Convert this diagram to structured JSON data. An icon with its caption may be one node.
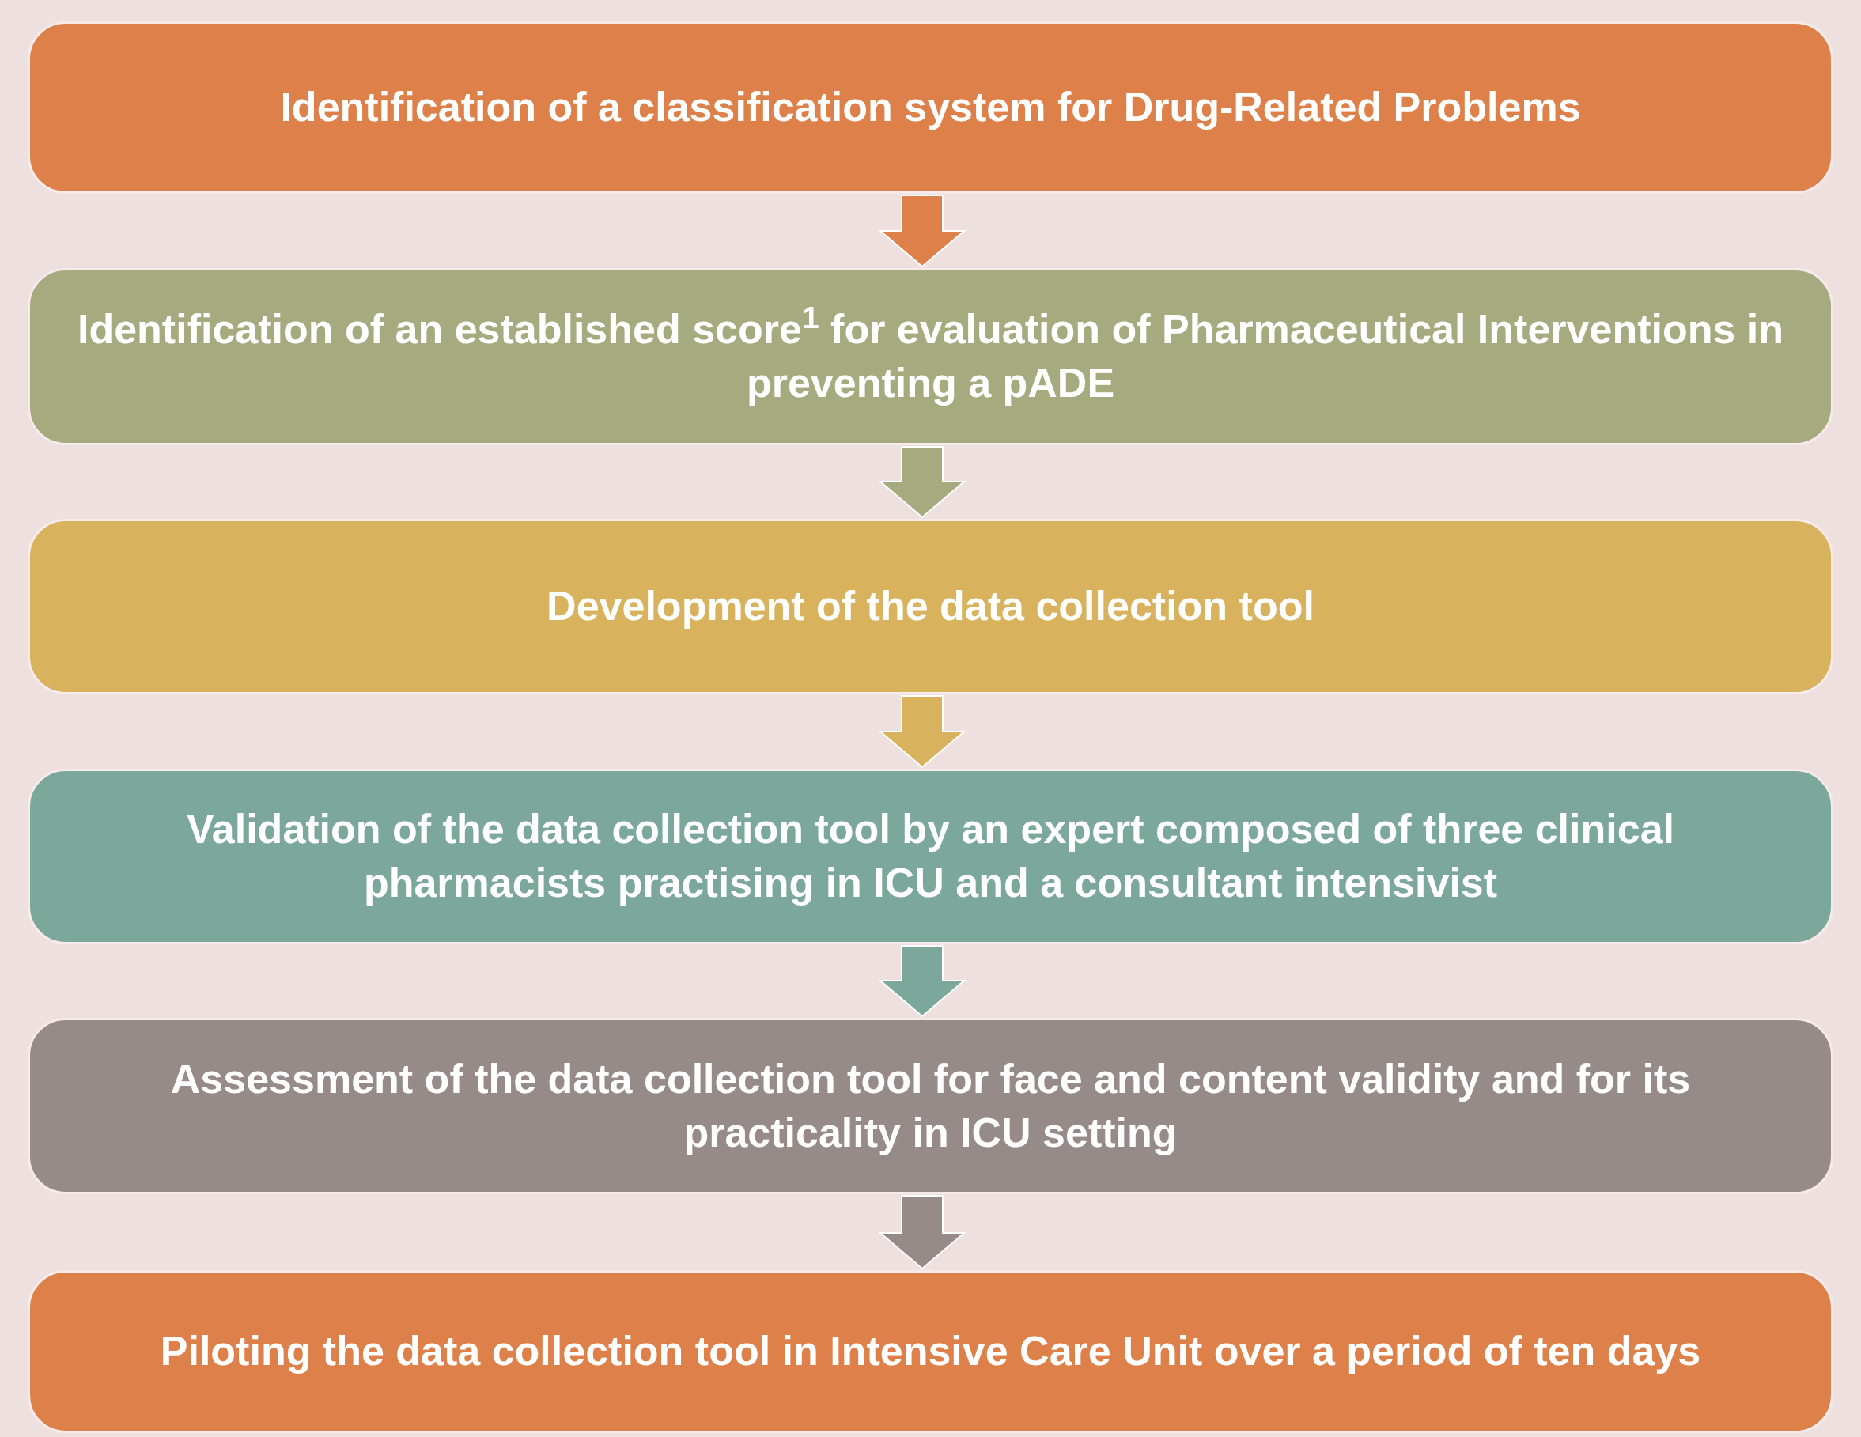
{
  "diagram": {
    "nodes": [
      {
        "text": [
          "Identification of a classification system for Drug-Related Problems"
        ]
      },
      {
        "text": [
          "Identification of an established score$^{1}$ for evaluation of Pharmaceutical Interventions in preventing a pADE"
        ]
      },
      {
        "text": [
          "Development of the data collection tool"
        ]
      },
      {
        "text": [
          "Validation of the data collection tool by an expert composed of three clinical pharmacists practising in ICU and a consultant intensivist"
        ]
      },
      {
        "text": [
          "Assessment of the data collection tool for face and content validity and for its practicality in ICU setting"
        ]
      },
      {
        "text": [
          "Piloting the data collection tool in Intensive Care Unit over a period of ten days"
        ]
      }
    ],
    "edges": [
      {
        "from": 0,
        "to": 1,
        "arrow": "to",
        "style": "thick",
        "color": "#de8049"
      },
      {
        "from": 1,
        "to": 2,
        "arrow": "to",
        "style": "thick",
        "color": "#a5aa7f"
      },
      {
        "from": 2,
        "to": 3,
        "arrow": "to",
        "style": "thick",
        "color": "#d8b25c"
      },
      {
        "from": 3,
        "to": 4,
        "arrow": "to",
        "style": "thick",
        "color": "#7ca89b"
      },
      {
        "from": 4,
        "to": 5,
        "arrow": "to",
        "style": "thick",
        "color": "#978b89"
      }
    ]
  }
}
